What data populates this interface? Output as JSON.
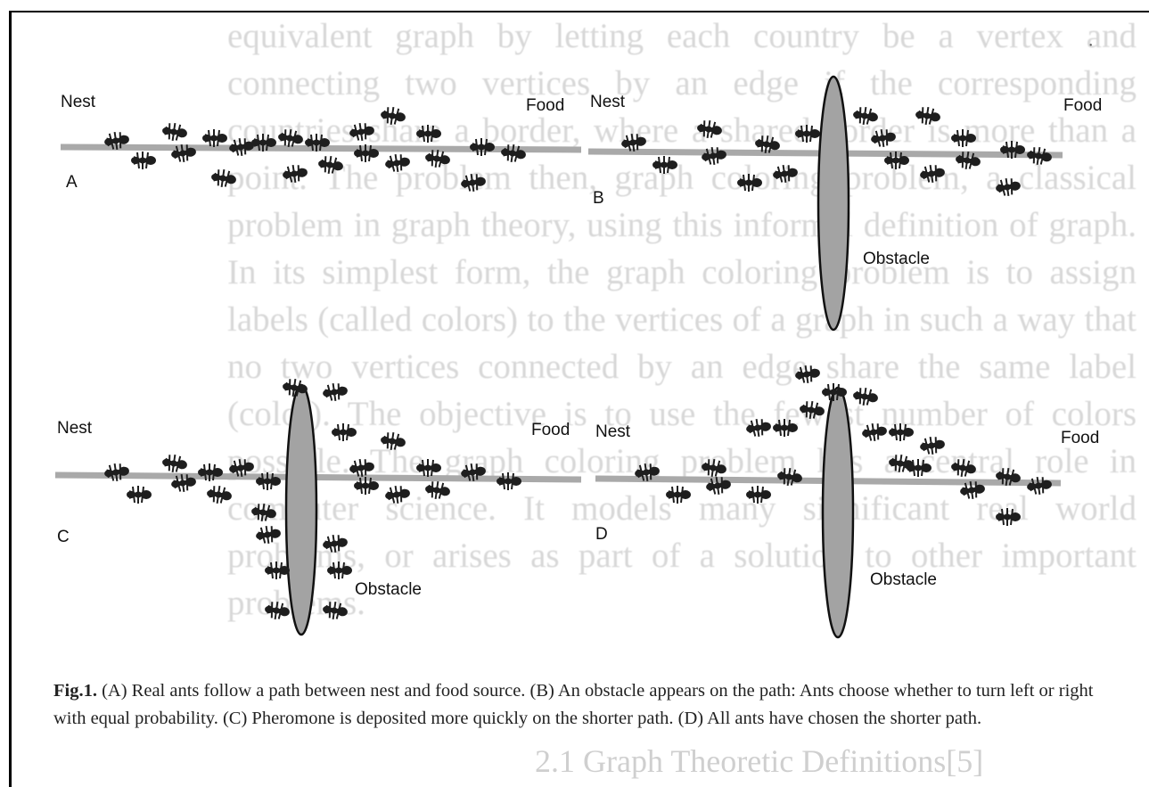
{
  "background_text": {
    "paragraph": "equivalent graph by letting each country be a vertex and connecting two vertices by an edge if the corresponding countries share a border, where a shared border is more than a point. The problem then, graph coloring problem, a classical problem in graph theory, using this informal definition of graph. In its simplest form, the graph coloring problem is to assign labels (called colors) to the vertices of a graph in such a way that no two vertices connected by an edge share the same label (color). The objective is to use the fewest number of colors possible. The graph coloring problem has a central role in computer science. It models many significant real world problems, or arises as part of a solution to other important problems.",
    "heading": "2.1 Graph Theoretic Definitions[5]"
  },
  "panels": [
    {
      "id": "A",
      "nest_label": "Nest",
      "food_label": "Food",
      "panel_label": "A",
      "obstacle_label": ""
    },
    {
      "id": "B",
      "nest_label": "Nest",
      "food_label": "Food",
      "panel_label": "B",
      "obstacle_label": "Obstacle"
    },
    {
      "id": "C",
      "nest_label": "Nest",
      "food_label": "Food",
      "panel_label": "C",
      "obstacle_label": "Obstacle"
    },
    {
      "id": "D",
      "nest_label": "Nest",
      "food_label": "Food",
      "panel_label": "D",
      "obstacle_label": "Obstacle"
    }
  ],
  "caption": {
    "fig_label": "Fig.1.",
    "text": "(A) Real ants follow a path between nest and food source.  (B) An obstacle appears on the path:  Ants choose whether to turn left or right with equal probability.  (C) Pheromone is deposited more quickly on the shorter path.  (D) All ants have chosen the shorter path."
  },
  "colors": {
    "ant": "#1e1e1e",
    "path": "#a9a9a9",
    "obstacle_fill": "#a3a3a3",
    "obstacle_stroke": "#111111"
  }
}
